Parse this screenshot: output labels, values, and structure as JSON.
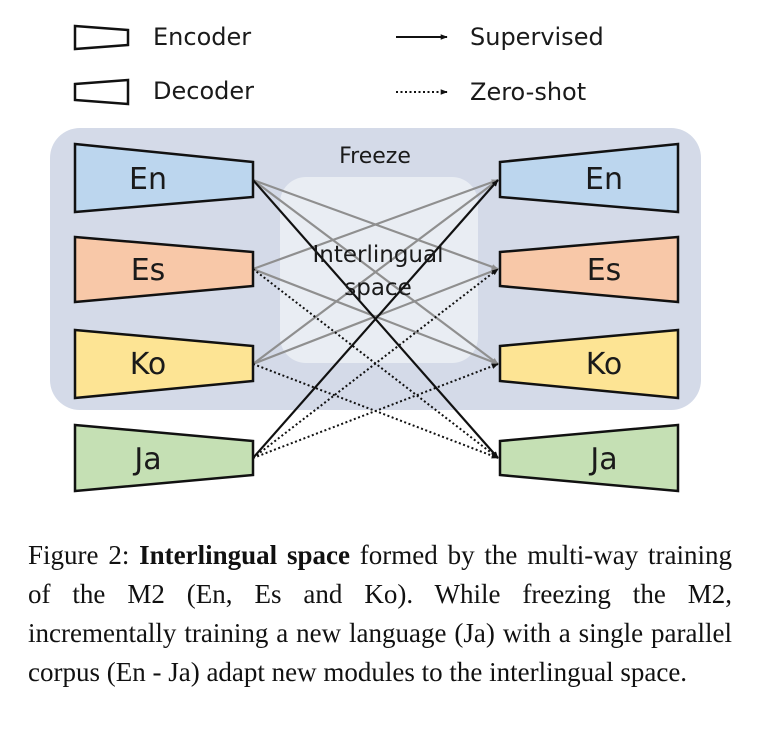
{
  "legend": {
    "encoder": "Encoder",
    "decoder": "Decoder",
    "supervised": "Supervised",
    "zero_shot": "Zero-shot"
  },
  "freeze_label": "Freeze",
  "interlingual_label_line1": "Interlingual",
  "interlingual_label_line2": "space",
  "encoders": [
    {
      "label": "En",
      "color": "#bcd6ee"
    },
    {
      "label": "Es",
      "color": "#f8c8a8"
    },
    {
      "label": "Ko",
      "color": "#fde494"
    },
    {
      "label": "Ja",
      "color": "#c5e0b4"
    }
  ],
  "decoders": [
    {
      "label": "En",
      "color": "#bcd6ee"
    },
    {
      "label": "Es",
      "color": "#f8c8a8"
    },
    {
      "label": "Ko",
      "color": "#fde494"
    },
    {
      "label": "Ja",
      "color": "#c5e0b4"
    }
  ],
  "colors": {
    "freeze_region": "#d4dae8",
    "interlingual_region": "#e9edf3",
    "frozen_arrow": "#8f8f8f",
    "new_arrow": "#111111"
  },
  "caption": {
    "prefix": "Figure 2: ",
    "bold": "Interlingual space",
    "rest": " formed by the multi-way training of the M2 (En, Es and Ko). While freezing the M2, incrementally training a new language (Ja) with a single parallel corpus (En - Ja) adapt new modules to the interlingual space."
  }
}
